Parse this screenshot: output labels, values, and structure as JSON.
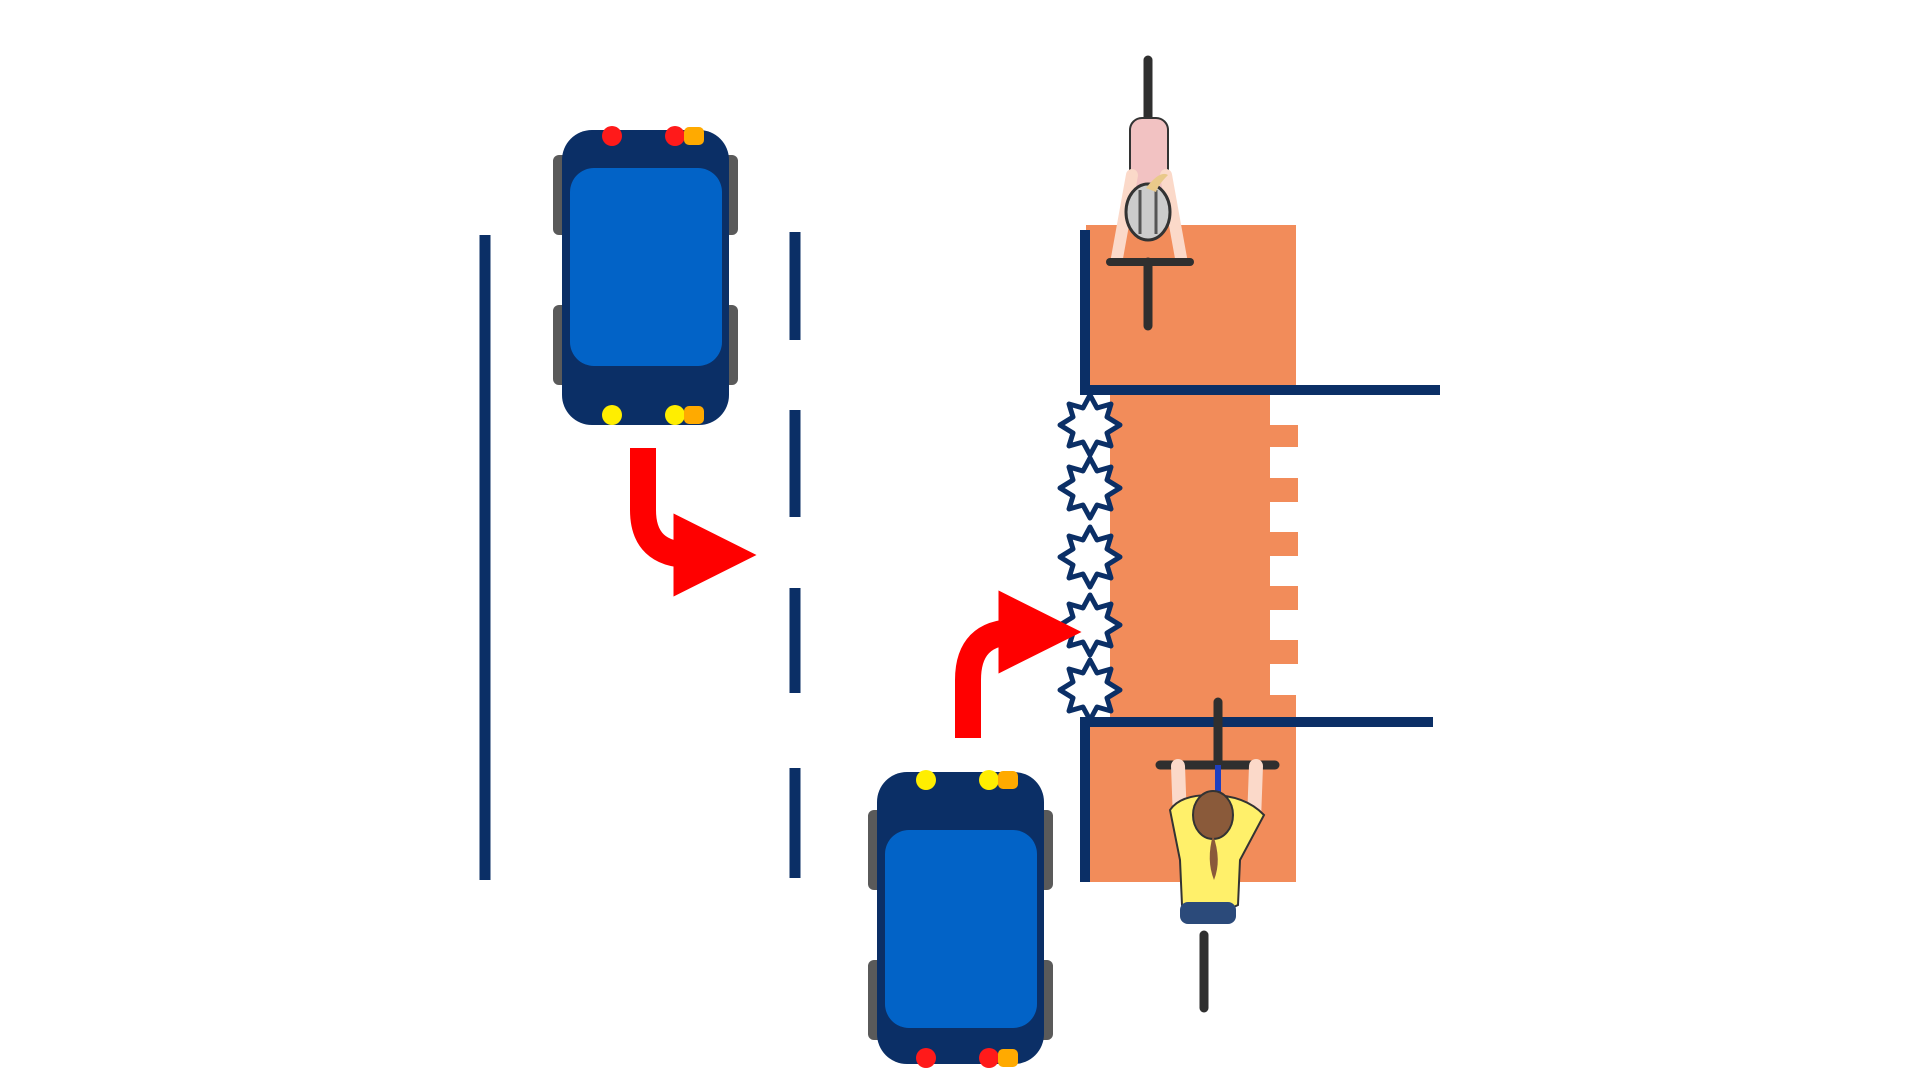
{
  "scene": {
    "background": "#ffffff",
    "description_free": true
  },
  "colors": {
    "road_line": "#0b2f66",
    "bike_lane": "#f28c5a",
    "car_body": "#0b2f66",
    "car_roof": "#0263c7",
    "tire": "#5a5a5a",
    "tail_light": "#ff1a1a",
    "head_light": "#ffee00",
    "indicator": "#ffaa00",
    "turn_arrow": "#ff0000",
    "conflict_burst_fill": "#ffffff",
    "conflict_burst_stroke": "#0b2f66",
    "cyclist_top_shirt": "#f2c2c2",
    "cyclist_bottom_shirt": "#fff06a",
    "cyclist_skin": "#fbd9c9",
    "cyclist_hair": "#8a5a3a",
    "bike_frame": "#2f2f2f",
    "bike_fork": "#1f3fbf"
  },
  "elements": {
    "vehicles": [
      {
        "name": "car-top",
        "heading": "down",
        "signal": "left-indicator"
      },
      {
        "name": "car-bottom",
        "heading": "up",
        "signal": "right-indicator"
      }
    ],
    "cyclists": [
      {
        "name": "cyclist-top",
        "heading": "up",
        "icon": "cyclist-icon"
      },
      {
        "name": "cyclist-bottom",
        "heading": "down",
        "icon": "cyclist-icon"
      }
    ],
    "turn_arrows": [
      {
        "name": "turn-arrow-car-top",
        "icon": "turn-arrow-icon"
      },
      {
        "name": "turn-arrow-car-bottom",
        "icon": "turn-arrow-icon"
      }
    ],
    "conflict_markers": {
      "count": 5,
      "icon": "conflict-burst-icon"
    }
  }
}
